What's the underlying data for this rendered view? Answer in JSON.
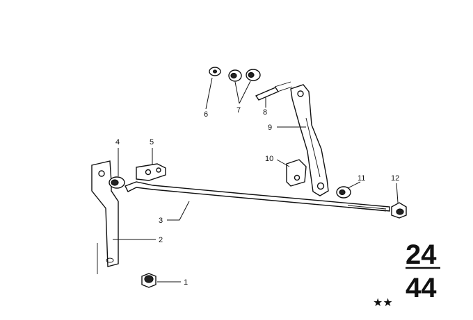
{
  "callouts": {
    "c1": "1",
    "c2": "2",
    "c3": "3",
    "c4": "4",
    "c5": "5",
    "c6": "6",
    "c7": "7",
    "c8": "8",
    "c9": "9",
    "c10": "10",
    "c11": "11",
    "c12": "12"
  },
  "page": {
    "group": "24",
    "page": "44",
    "stars": "★★"
  }
}
